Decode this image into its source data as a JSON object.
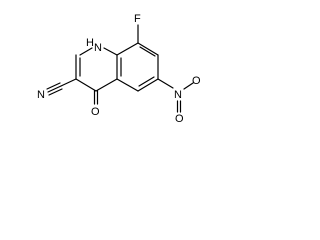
{
  "molecule": {
    "atoms": {
      "nh": "N",
      "h": "H",
      "f": "F",
      "o_carbonyl": "O",
      "n_nitrile": "N",
      "n_nitro": "N",
      "o_nitro_top": "O",
      "o_nitro_bottom": "O"
    }
  }
}
